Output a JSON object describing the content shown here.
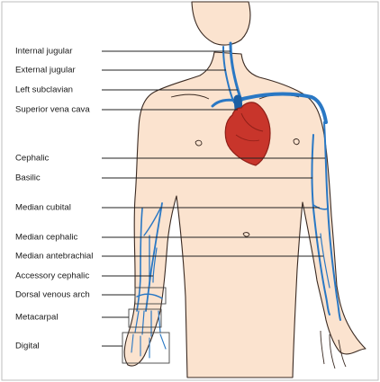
{
  "labels": {
    "internal_jugular": "Internal jugular",
    "external_jugular": "External jugular",
    "left_subclavian": "Left subclavian",
    "superior_vena_cava": "Superior vena cava",
    "cephalic": "Cephalic",
    "basilic": "Basilic",
    "median_cubital": "Median cubital",
    "median_cephalic": "Median cephalic",
    "median_antebrachial": "Median antebrachial",
    "accessory_cephalic": "Accessory cephalic",
    "dorsal_venous_arch": "Dorsal venous arch",
    "metacarpal": "Metacarpal",
    "digital": "Digital"
  },
  "colors": {
    "skin": "#fbe3cf",
    "outline": "#3a2a22",
    "vein": "#2a78c4",
    "vein_dark": "#1d5fa3",
    "heart": "#c8352b",
    "heart_dark": "#8e1f18",
    "leader": "#222222"
  }
}
